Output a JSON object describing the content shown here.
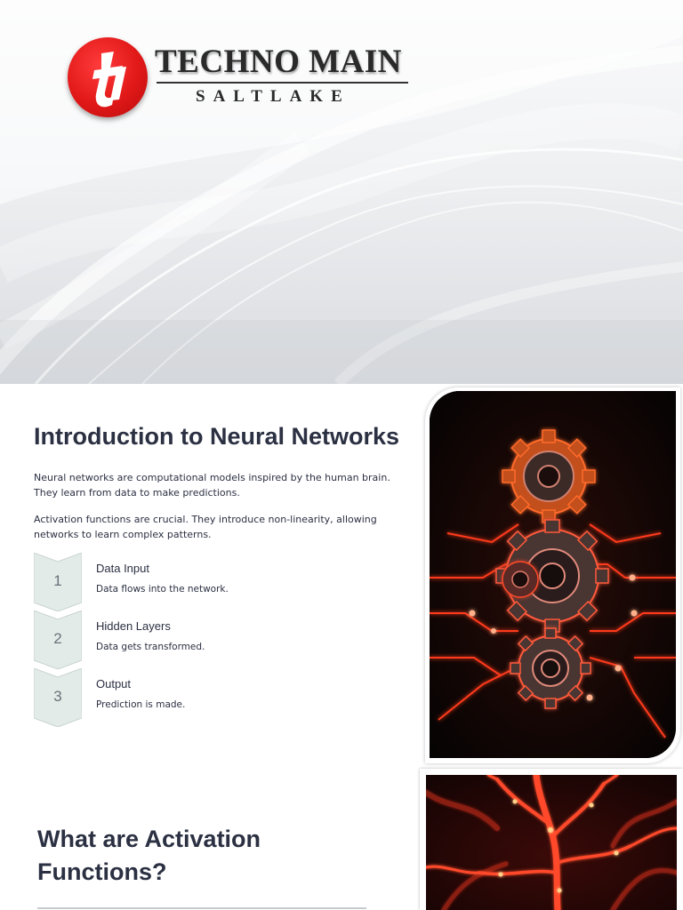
{
  "brand": {
    "name": "TECHNO MAIN",
    "location": "SALTLAKE",
    "logo_icon": "techno-t-logo-icon",
    "logo_color": "#e11818"
  },
  "intro": {
    "title": "Introduction to Neural Networks",
    "paragraph1": "Neural networks are computational models inspired by the human brain. They learn from data to make predictions.",
    "paragraph2": "Activation functions are crucial. They introduce non-linearity, allowing networks to learn complex patterns.",
    "steps": [
      {
        "number": "1",
        "title": "Data Input",
        "description": "Data flows into the network."
      },
      {
        "number": "2",
        "title": "Hidden Layers",
        "description": "Data gets transformed."
      },
      {
        "number": "3",
        "title": "Output",
        "description": "Prediction is made."
      }
    ]
  },
  "images": {
    "gears_image": "glowing-gears-circuit-image",
    "neurons_image": "red-neurons-image"
  },
  "activation": {
    "title": "What are Activation Functions?"
  },
  "colors": {
    "text": "#2b3042",
    "step_fill": "#e3ebe8",
    "accent_glow": "#ff3a1a"
  }
}
